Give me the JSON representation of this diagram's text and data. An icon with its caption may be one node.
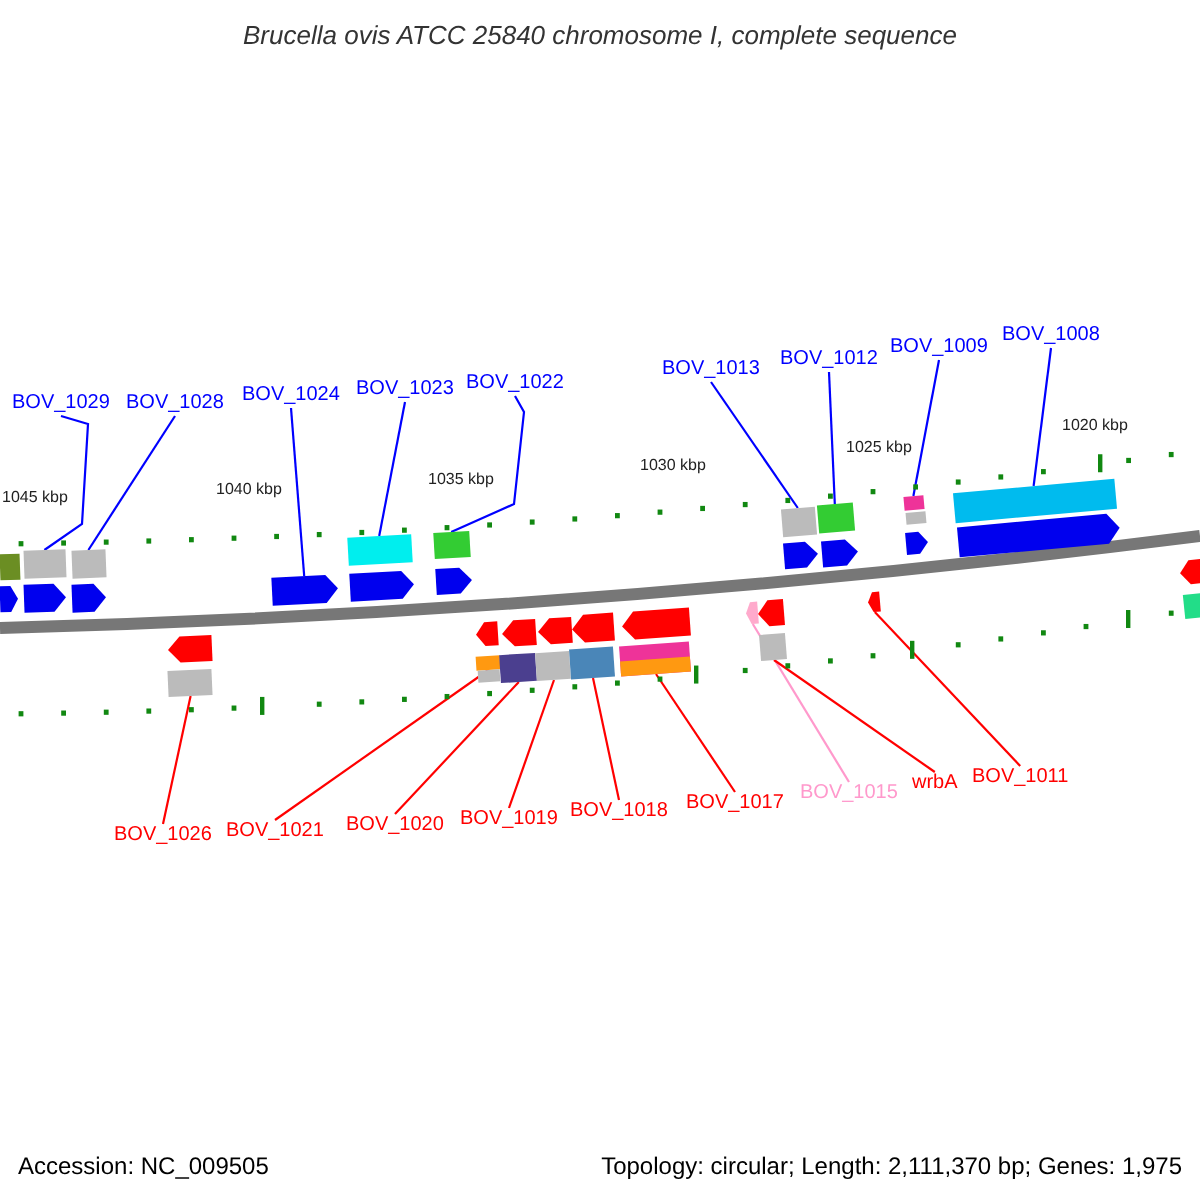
{
  "diagram": {
    "title": "Brucella ovis ATCC 25840 chromosome I, complete sequence",
    "nodes": [
      {
        "text": [
          "BOV_1029"
        ]
      },
      {
        "text": [
          "BOV_1028"
        ]
      },
      {
        "text": [
          "BOV_1024"
        ]
      },
      {
        "text": [
          "BOV_1023"
        ]
      },
      {
        "text": [
          "BOV_1022"
        ]
      },
      {
        "text": [
          "BOV_1013"
        ]
      },
      {
        "text": [
          "BOV_1012"
        ]
      },
      {
        "text": [
          "BOV_1009"
        ]
      },
      {
        "text": [
          "BOV_1008"
        ]
      },
      {
        "text": [],
        "shape": "box"
      },
      {
        "text": [],
        "shape": "box"
      },
      {
        "text": [],
        "shape": "arrow"
      },
      {
        "text": [],
        "shape": "box"
      },
      {
        "text": [],
        "shape": "box"
      },
      {
        "text": [],
        "shape": "box"
      },
      {
        "text": [],
        "shape": "box"
      },
      {
        "text": [],
        "shape": "box"
      },
      {
        "text": [],
        "shape": "box"
      },
      {
        "text": [],
        "shape": "box"
      },
      {
        "text": [],
        "shape": "box"
      },
      {
        "text": [],
        "shape": "box"
      },
      {
        "text": [],
        "shape": "box"
      },
      {
        "text": [],
        "shape": "box"
      },
      {
        "text": [],
        "shape": "box"
      },
      {
        "text": [],
        "shape": "arrow"
      },
      {
        "text": [],
        "shape": "box"
      },
      {
        "text": [],
        "shape": "arrow"
      },
      {
        "text": [
          "BOV_1026"
        ]
      },
      {
        "text": [
          "BOV_1021"
        ]
      },
      {
        "text": [
          "BOV_1020"
        ]
      },
      {
        "text": [
          "BOV_1019"
        ]
      },
      {
        "text": [
          "BOV_1018"
        ]
      },
      {
        "text": [
          "BOV_1017"
        ]
      },
      {
        "text": [
          "BOV_1015"
        ]
      },
      {
        "text": [
          "wrbA"
        ]
      },
      {
        "text": [
          "BOV_1011"
        ]
      },
      {
        "text": [],
        "shape": "box"
      },
      {
        "text": [],
        "shape": "arrow"
      },
      {
        "text": [],
        "shape": "arrow"
      },
      {
        "text": [],
        "shape": "arrow"
      },
      {
        "text": [],
        "shape": "arrow"
      },
      {
        "text": [],
        "shape": "arrow"
      },
      {
        "text": [],
        "shape": "arrow"
      },
      {
        "text": [],
        "shape": "arrow"
      },
      {
        "text": [],
        "shape": "arrow"
      },
      {
        "text": [],
        "shape": "box"
      },
      {
        "text": [],
        "shape": "arrow"
      },
      {
        "text": [],
        "shape": "arrow"
      },
      {
        "text": [],
        "shape": "box"
      },
      {
        "text": [],
        "shape": "arrow"
      },
      {
        "text": [],
        "shape": "arrow"
      },
      {
        "text": [],
        "shape": "arrow"
      },
      {
        "text": [],
        "shape": "arrow"
      },
      {
        "text": [],
        "shape": "arrow"
      },
      {
        "text": [],
        "shape": "arrow"
      },
      {
        "text": [],
        "shape": "box"
      },
      {
        "text": [],
        "shape": "arrow"
      }
    ],
    "edges": [
      {
        "from": 0,
        "to": 9,
        "arrow": "none"
      },
      {
        "from": 1,
        "to": 10,
        "arrow": "none"
      },
      {
        "from": 2,
        "to": 11,
        "arrow": "none"
      },
      {
        "from": 3,
        "to": 12,
        "arrow": "none"
      },
      {
        "from": 4,
        "to": 13,
        "arrow": "none"
      },
      {
        "from": 5,
        "to": 14,
        "arrow": "none"
      },
      {
        "from": 6,
        "to": 15,
        "arrow": "none"
      },
      {
        "from": 7,
        "to": 16,
        "arrow": "none"
      },
      {
        "from": 8,
        "to": 17,
        "arrow": "none"
      },
      {
        "from": 27,
        "to": 18,
        "arrow": "none",
        "color": "#ff0000"
      },
      {
        "from": 28,
        "to": 19,
        "arrow": "none",
        "color": "#ff0000"
      },
      {
        "from": 29,
        "to": 20,
        "arrow": "none",
        "color": "#ff0000"
      },
      {
        "from": 30,
        "to": 21,
        "arrow": "none",
        "color": "#ff0000"
      },
      {
        "from": 31,
        "to": 22,
        "arrow": "none",
        "color": "#ff0000"
      },
      {
        "from": 32,
        "to": 23,
        "arrow": "none",
        "color": "#ff0000"
      },
      {
        "from": 33,
        "to": 24,
        "arrow": "none",
        "color": "#ff99cc"
      },
      {
        "from": 34,
        "to": 25,
        "arrow": "none",
        "color": "#ff0000"
      },
      {
        "from": 35,
        "to": 26,
        "arrow": "none",
        "color": "#ff0000"
      }
    ],
    "labels": [
      "1045 kbp",
      "1040 kbp",
      "1035 kbp",
      "1030 kbp",
      "1025 kbp",
      "1020 kbp",
      "Accession: NC_009505",
      "Topology: circular; Length: 2,111,370 bp; Genes: 1,975"
    ]
  }
}
